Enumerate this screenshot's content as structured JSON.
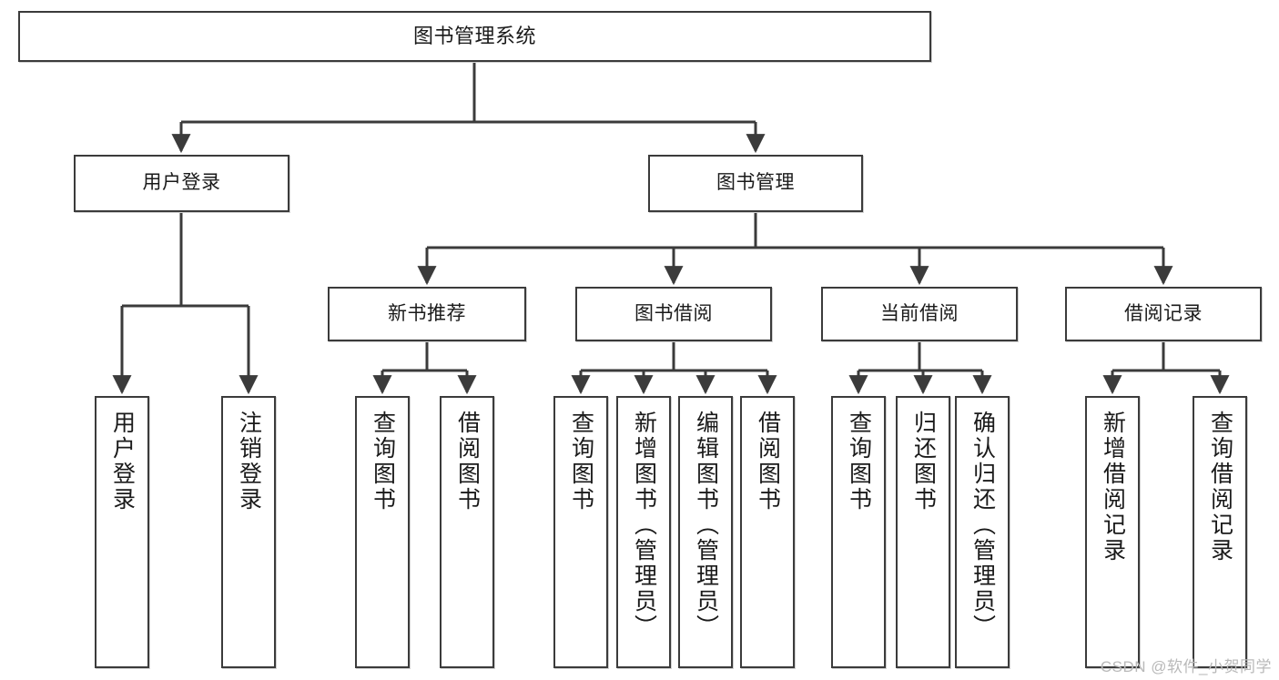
{
  "diagram": {
    "title": "图书管理系统",
    "type": "tree-hierarchy",
    "watermark": "CSDN @软件_小贺同学",
    "root": {
      "id": "root",
      "label": "图书管理系统"
    },
    "level1": [
      {
        "id": "user-login",
        "label": "用户登录"
      },
      {
        "id": "book-manage",
        "label": "图书管理"
      }
    ],
    "level2": [
      {
        "id": "new-book-recommend",
        "label": "新书推荐",
        "parent": "book-manage"
      },
      {
        "id": "book-borrow",
        "label": "图书借阅",
        "parent": "book-manage"
      },
      {
        "id": "current-borrow",
        "label": "当前借阅",
        "parent": "book-manage"
      },
      {
        "id": "borrow-record",
        "label": "借阅记录",
        "parent": "book-manage"
      }
    ],
    "leaves": [
      {
        "id": "leaf-user-login",
        "label": "用户登录",
        "parent": "user-login"
      },
      {
        "id": "leaf-logout-login",
        "label": "注销登录",
        "parent": "user-login"
      },
      {
        "id": "leaf-query-book-1",
        "label": "查询图书",
        "parent": "new-book-recommend"
      },
      {
        "id": "leaf-borrow-book-1",
        "label": "借阅图书",
        "parent": "new-book-recommend"
      },
      {
        "id": "leaf-query-book-2",
        "label": "查询图书",
        "parent": "book-borrow"
      },
      {
        "id": "leaf-add-book",
        "label": "新增图书（管理员）",
        "parent": "book-borrow"
      },
      {
        "id": "leaf-edit-book",
        "label": "编辑图书（管理员）",
        "parent": "book-borrow"
      },
      {
        "id": "leaf-borrow-book-2",
        "label": "借阅图书",
        "parent": "book-borrow"
      },
      {
        "id": "leaf-query-book-3",
        "label": "查询图书",
        "parent": "current-borrow"
      },
      {
        "id": "leaf-return-book",
        "label": "归还图书",
        "parent": "current-borrow"
      },
      {
        "id": "leaf-confirm-return",
        "label": "确认归还（管理员）",
        "parent": "current-borrow"
      },
      {
        "id": "leaf-add-record",
        "label": "新增借阅记录",
        "parent": "borrow-record"
      },
      {
        "id": "leaf-query-record",
        "label": "查询借阅记录",
        "parent": "borrow-record"
      }
    ],
    "colors": {
      "stroke": "#3b3b3b",
      "fill": "#ffffff",
      "text": "#1a1a1a",
      "watermark": "#b9b9b9"
    }
  }
}
